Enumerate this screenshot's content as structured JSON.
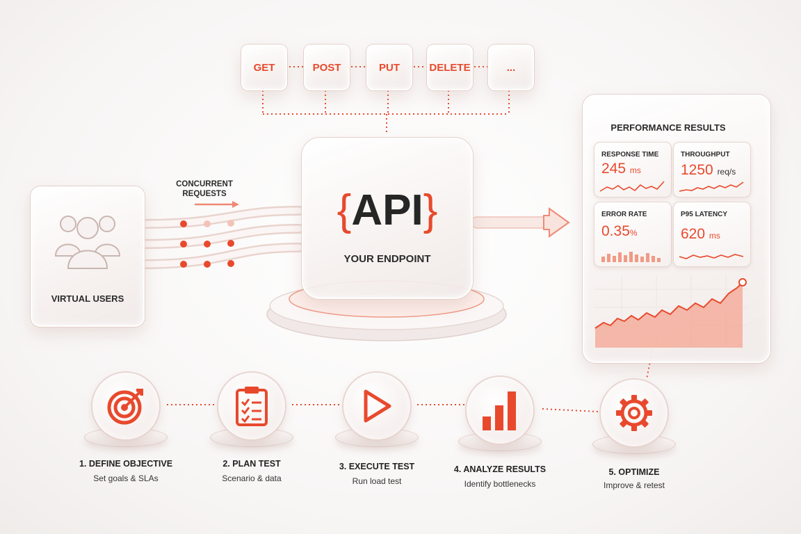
{
  "http_methods": [
    "GET",
    "POST",
    "PUT",
    "DELETE",
    "..."
  ],
  "virtual_users": {
    "label": "VIRTUAL USERS"
  },
  "concurrent": {
    "line1": "CONCURRENT",
    "line2": "REQUESTS"
  },
  "api": {
    "brace_open": "{",
    "name": "API",
    "brace_close": "}",
    "subtitle": "YOUR ENDPOINT"
  },
  "results": {
    "title": "PERFORMANCE RESULTS",
    "cards": [
      {
        "title": "RESPONSE TIME",
        "value": "245",
        "unit": "ms"
      },
      {
        "title": "THROUGHPUT",
        "value": "1250",
        "unit": "req/s"
      },
      {
        "title": "ERROR RATE",
        "value": "0.35",
        "unit": "%"
      },
      {
        "title": "P95 LATENCY",
        "value": "620",
        "unit": "ms"
      }
    ]
  },
  "steps": [
    {
      "title": "1. DEFINE OBJECTIVE",
      "subtitle": "Set goals & SLAs",
      "icon": "target-icon"
    },
    {
      "title": "2. PLAN TEST",
      "subtitle": "Scenario & data",
      "icon": "clipboard-checklist-icon"
    },
    {
      "title": "3. EXECUTE TEST",
      "subtitle": "Run load test",
      "icon": "play-icon"
    },
    {
      "title": "4. ANALYZE RESULTS",
      "subtitle": "Identify bottlenecks",
      "icon": "bar-chart-icon"
    },
    {
      "title": "5. OPTIMIZE",
      "subtitle": "Improve & retest",
      "icon": "gear-icon"
    }
  ],
  "colors": {
    "accent": "#e8492d",
    "text": "#2b2b2b"
  }
}
